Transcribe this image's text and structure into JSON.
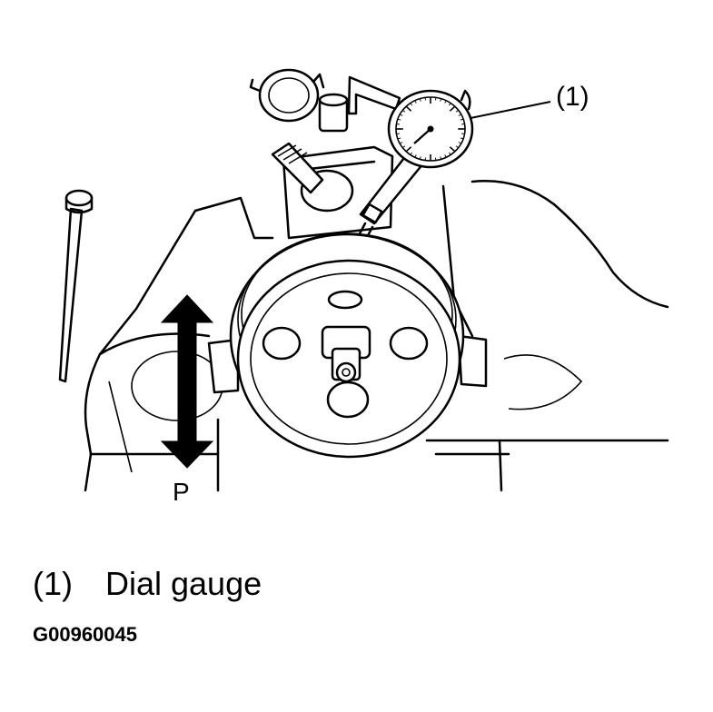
{
  "diagram": {
    "callout": "(1)",
    "arrow_label": "P",
    "legend": [
      {
        "num": "(1)",
        "text": "Dial gauge"
      }
    ],
    "figure_id": "G00960045"
  }
}
